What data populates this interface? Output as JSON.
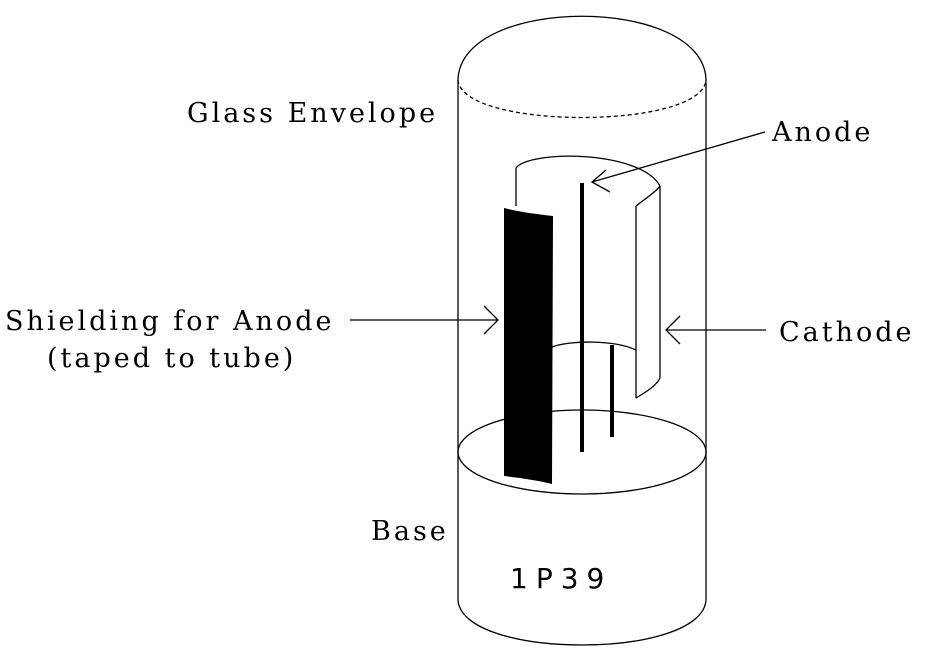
{
  "labels": {
    "glass_envelope": "Glass Envelope",
    "anode": "Anode",
    "shielding_line1": "Shielding for Anode",
    "shielding_line2": "(taped to tube)",
    "cathode": "Cathode",
    "base": "Base",
    "tube_marking": "1P39"
  },
  "colors": {
    "ink": "#000000",
    "background": "#ffffff"
  }
}
